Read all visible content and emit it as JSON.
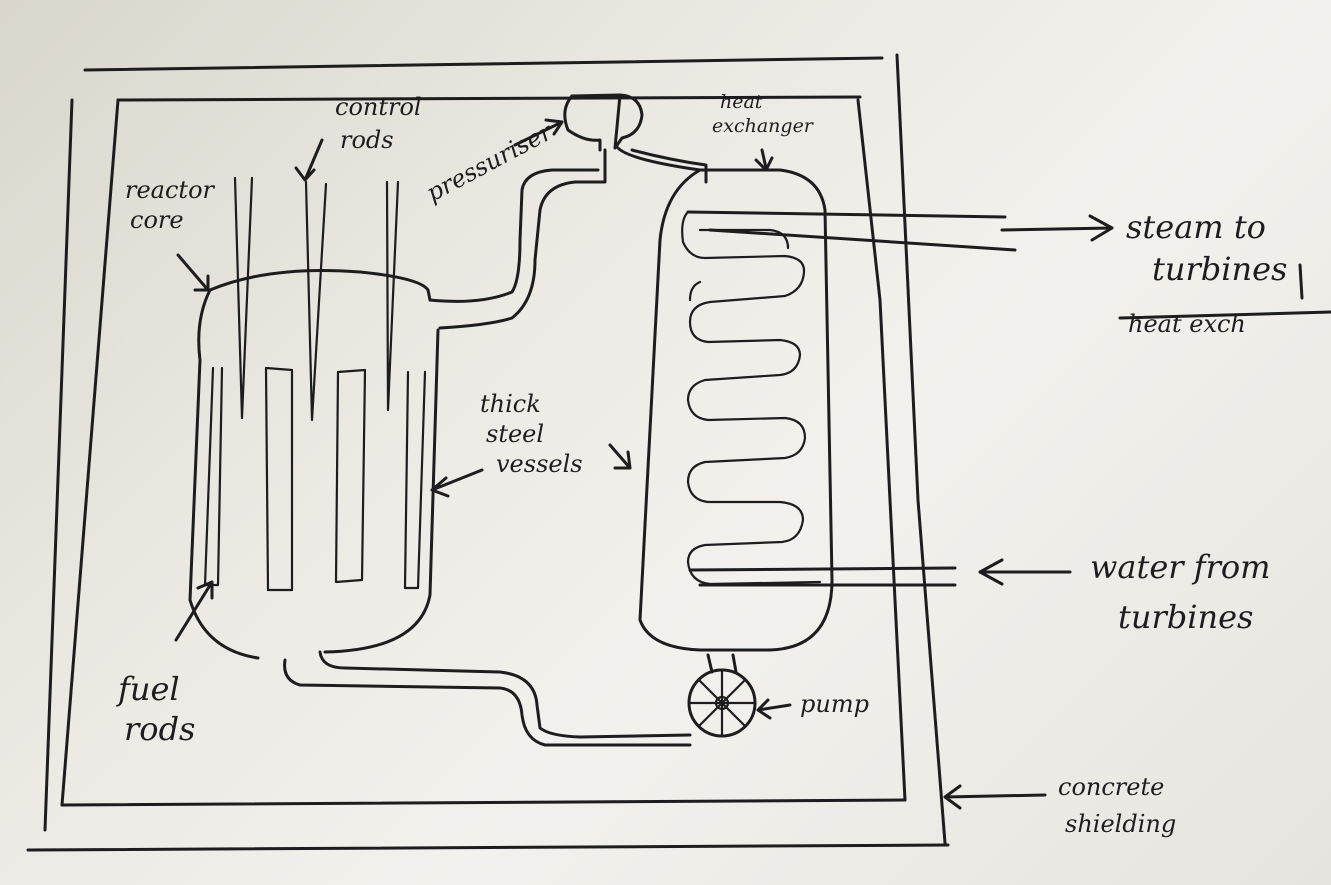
{
  "labels": {
    "control_rods": [
      "control",
      "rods"
    ],
    "reactor_core": [
      "reactor",
      "core"
    ],
    "pressuriser": "pressuriser",
    "heat_exchanger": [
      "heat",
      "exchanger"
    ],
    "steam_to_turbines": [
      "steam to",
      "turbines"
    ],
    "struck_text": "heat exch",
    "thick_steel_vessels": [
      "thick",
      "steel",
      "vessels"
    ],
    "water_from_turbines": [
      "water from",
      "turbines"
    ],
    "fuel_rods": [
      "fuel",
      "rods"
    ],
    "pump": "pump",
    "concrete_shielding": [
      "concrete",
      "shielding"
    ]
  },
  "colors": {
    "ink": "#1d1d1f",
    "paper": "#eceae4"
  }
}
